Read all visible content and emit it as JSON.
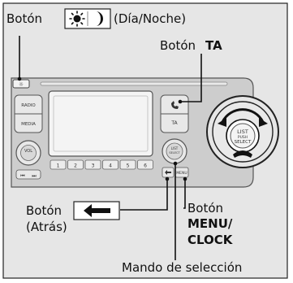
{
  "labels": {
    "day_night_prefix": "Botón",
    "day_night_suffix": "(Día/Noche)",
    "ta_prefix": "Botón",
    "ta_bold": "TA",
    "back_prefix": "Botón",
    "back_line2": "(Atrás)",
    "menu_prefix": "Botón",
    "menu_bold_line1": "MENU/",
    "menu_bold_line2": "CLOCK",
    "selector": "Mando de selección"
  },
  "unit_keys": {
    "radio": "RADIO",
    "media": "MEDIA",
    "vol": "VOL",
    "ta": "TA",
    "menu": "MENU",
    "presets": [
      "1",
      "2",
      "3",
      "4",
      "5",
      "6"
    ],
    "knob_line1": "LIST",
    "knob_line2": "PUSH",
    "knob_line3": "SELECT"
  },
  "icons": [
    "sun-icon",
    "moon-icon",
    "back-arrow-icon",
    "phone-icon",
    "rotate-arrows-icon"
  ],
  "colors": {
    "border": "#222222",
    "panel": "#e6e6e6",
    "unit_face": "#c9c9c9",
    "background": "#ffffff"
  }
}
